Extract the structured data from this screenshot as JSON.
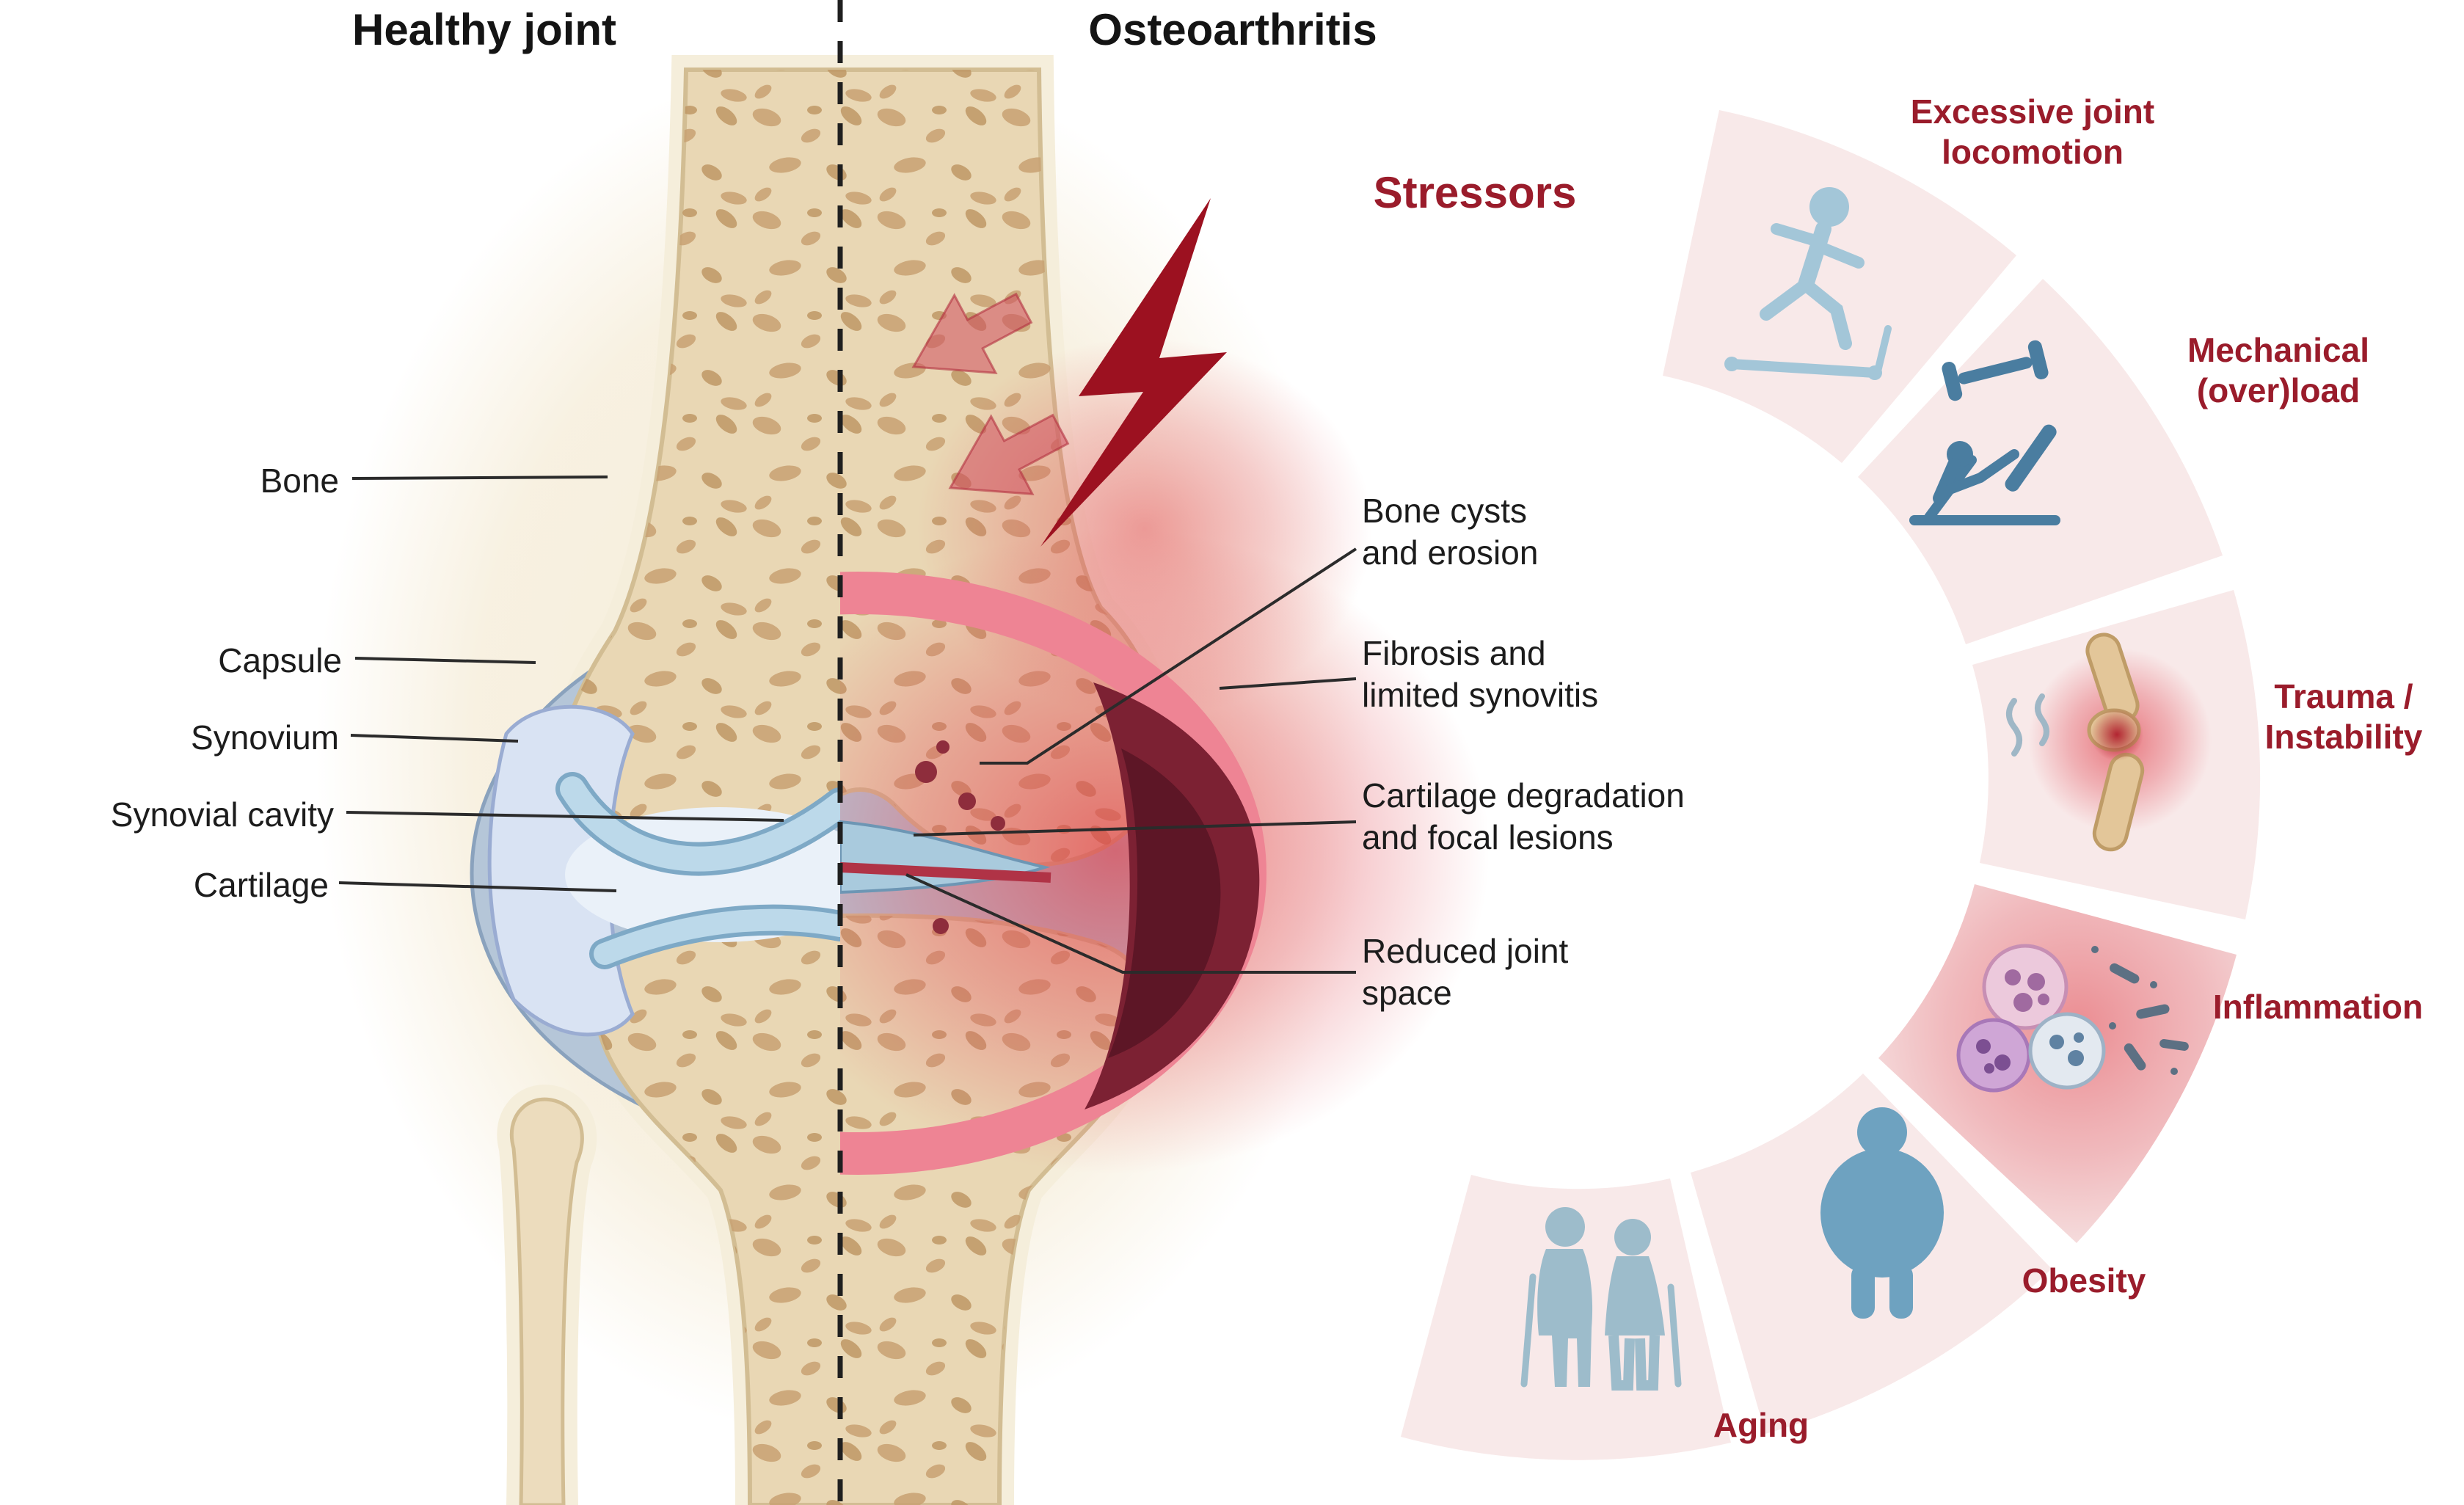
{
  "titles": {
    "healthy": "Healthy joint",
    "oa": "Osteoarthritis",
    "stressors": "Stressors"
  },
  "joint_labels": {
    "healthy": [
      "Bone",
      "Capsule",
      "Synovium",
      "Synovial cavity",
      "Cartilage"
    ],
    "osteoarthritis": [
      "Bone cysts\nand erosion",
      "Fibrosis and\nlimited synovitis",
      "Cartilage degradation\nand focal lesions",
      "Reduced joint\nspace"
    ]
  },
  "stressors": {
    "items": [
      {
        "label": "Excessive joint\nlocomotion",
        "icon": "treadmill-runner-icon"
      },
      {
        "label": "Mechanical\n(over)load",
        "icon": "leg-press-icon"
      },
      {
        "label": "Trauma /\nInstability",
        "icon": "knee-trauma-icon"
      },
      {
        "label": "Inflammation",
        "icon": "inflammation-cells-icon"
      },
      {
        "label": "Obesity",
        "icon": "obese-person-icon"
      },
      {
        "label": "Aging",
        "icon": "elderly-couple-icon"
      }
    ]
  },
  "colors": {
    "accent_red": "#9a1c2b",
    "label_text": "#1c1c1c",
    "segment_pink": "#f8e9e9",
    "bone_tan": "#e9d7b4",
    "capsule_blue": "#b5c6d8",
    "cartilage_blue": "#bcd9ea",
    "synovium_blue": "#d9e3f3",
    "inflamed_red": "#ee8494",
    "dark_lesion_red": "#7c2133",
    "lightning_red": "#9c1120",
    "icon_blue": "#6ea2c0"
  }
}
